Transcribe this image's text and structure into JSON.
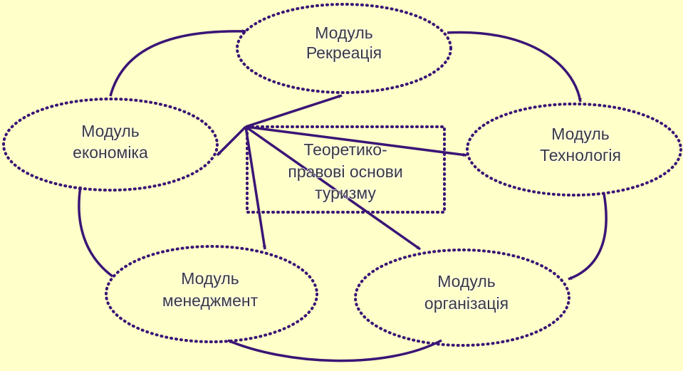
{
  "colors": {
    "background": "#ffffc9",
    "line": "#3a1576",
    "text": "#3a3a3a"
  },
  "nodes": [
    {
      "id": "recreation",
      "lines": [
        "Модуль",
        "Рекреація"
      ]
    },
    {
      "id": "economics",
      "lines": [
        "Модуль",
        "економіка"
      ]
    },
    {
      "id": "technology",
      "lines": [
        "Модуль",
        "Технологія"
      ]
    },
    {
      "id": "management",
      "lines": [
        "Модуль",
        "менеджмент"
      ]
    },
    {
      "id": "organization",
      "lines": [
        "Модуль",
        "організація"
      ]
    },
    {
      "id": "center",
      "lines": [
        "Теоретико-",
        "правові основи",
        "туризму"
      ]
    }
  ],
  "edges": [
    {
      "from": "economics",
      "to": "recreation"
    },
    {
      "from": "recreation",
      "to": "technology"
    },
    {
      "from": "technology",
      "to": "organization"
    },
    {
      "from": "organization",
      "to": "management"
    },
    {
      "from": "management",
      "to": "economics"
    },
    {
      "from": "center",
      "to": "recreation"
    },
    {
      "from": "center",
      "to": "economics"
    },
    {
      "from": "center",
      "to": "technology"
    },
    {
      "from": "center",
      "to": "management"
    },
    {
      "from": "center",
      "to": "organization"
    }
  ]
}
